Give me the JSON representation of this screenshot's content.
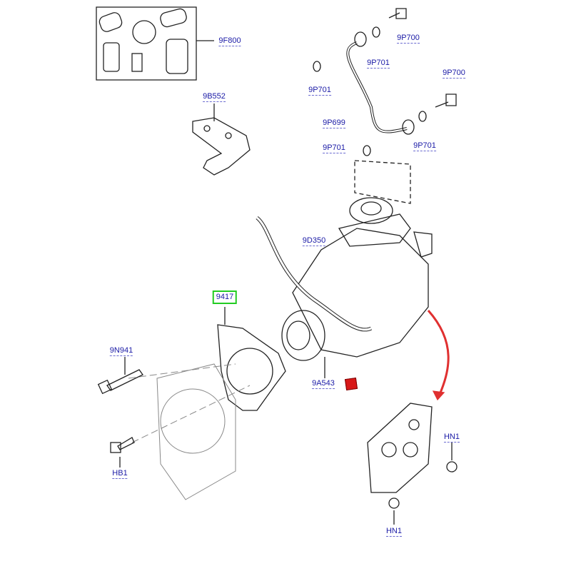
{
  "colors": {
    "label": "#1a1aa6",
    "selected_outline": "#22cc22",
    "arrow": "#e03030"
  },
  "labels": {
    "kit": "9F800",
    "bolt_top": "9P700",
    "washer_top": "9P701",
    "washer_left": "9P701",
    "bolt_right": "9P700",
    "bracket": "9B552",
    "pipe": "9P699",
    "washer_bottom_left": "9P701",
    "washer_bottom_right": "9P701",
    "hose": "9D350",
    "gasket": "9417",
    "bolt_long": "9N941",
    "pump": "9A543",
    "bolt_small": "HB1",
    "nut_right": "HN1",
    "nut_bottom": "HN1"
  },
  "icons": {
    "pump_tag": "red-tag-icon"
  }
}
